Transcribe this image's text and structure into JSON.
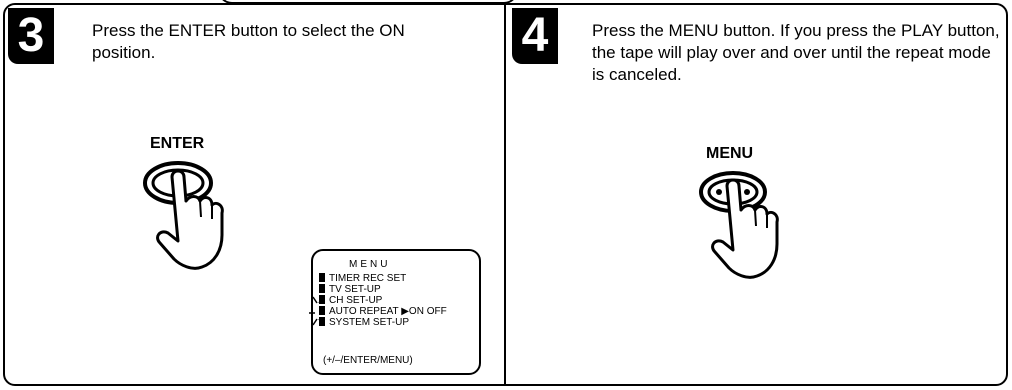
{
  "steps": [
    {
      "number": "3",
      "text": "Press the ENTER button to select the ON position.",
      "button_label": "ENTER"
    },
    {
      "number": "4",
      "text": "Press the MENU button. If you press the PLAY button, the tape will play over and over until the repeat mode is canceled.",
      "button_label": "MENU"
    }
  ],
  "menu_screen": {
    "title": "MENU",
    "items": [
      "TIMER REC SET",
      "TV SET-UP",
      "CH SET-UP",
      "AUTO REPEAT ▶ON   OFF",
      "SYSTEM  SET-UP"
    ],
    "nav_hint": "(+/–/ENTER/MENU)"
  }
}
